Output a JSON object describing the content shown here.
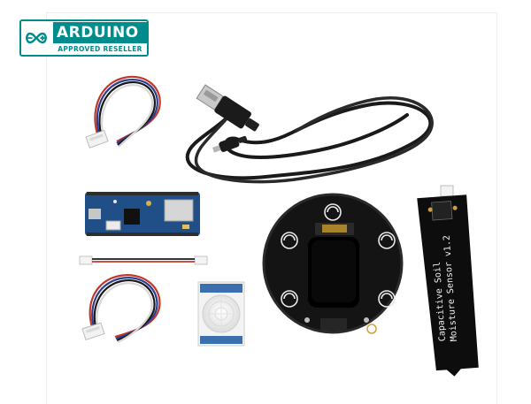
{
  "badge": {
    "brand": "ARDUINO",
    "subtitle": "APPROVED RESELLER",
    "logo_icon": "infinity-minus-plus-icon",
    "accent_color": "#008c8c"
  },
  "sensor": {
    "label_line1": "Capacitive Soil",
    "label_line2": "Moisture Sensor v1.2"
  },
  "kit_items": [
    "usb-cable",
    "grove-cable",
    "mkr-board",
    "jumper-wire",
    "pir-sensor",
    "touch-carrier",
    "soil-moisture-sensor"
  ]
}
